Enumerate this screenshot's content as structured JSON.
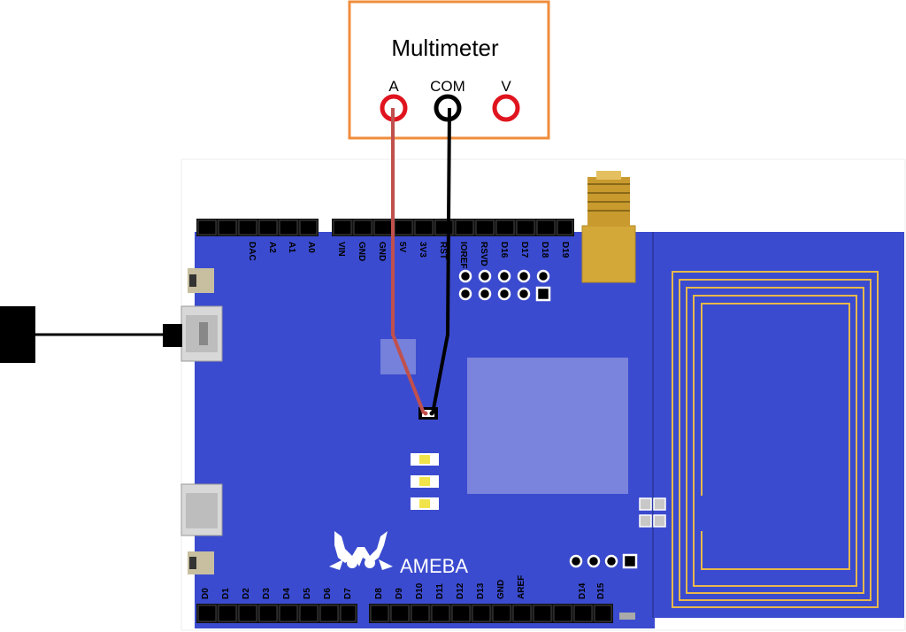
{
  "multimeter": {
    "title": "Multimeter",
    "terminals": {
      "a": "A",
      "com": "COM",
      "v": "V"
    }
  },
  "board": {
    "name": "AMEBA",
    "top_left_pins": [
      "DAC",
      "A2",
      "A1",
      "A0"
    ],
    "top_right_pins": [
      "VIN",
      "GND",
      "GND",
      "5V",
      "3V3",
      "RST",
      "IOREF",
      "RSVD",
      "D16",
      "D17",
      "D18",
      "D19"
    ],
    "bottom_left_pins": [
      "D0",
      "D1",
      "D2",
      "D3",
      "D4",
      "D5",
      "D6",
      "D7"
    ],
    "bottom_right_pins": [
      "D8",
      "D9",
      "D10",
      "D11",
      "D12",
      "D13",
      "GND",
      "AREF",
      "",
      "D14",
      "D15"
    ]
  },
  "colors": {
    "board": "#3b4bcf",
    "multimeter_border": "#f08c3c",
    "terminal_red": "#e0141e",
    "wire_red": "#c0504d",
    "wire_black": "#000000",
    "antenna_trace": "#e8b84a",
    "sma_gold": "#d4a838"
  }
}
